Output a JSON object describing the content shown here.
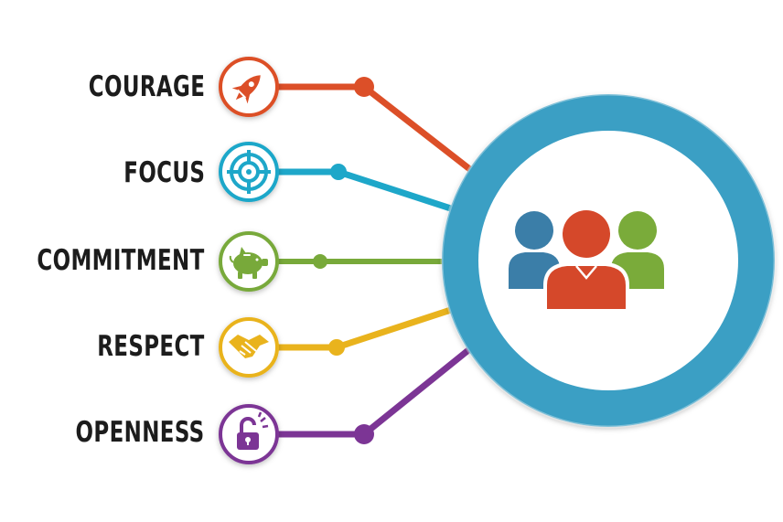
{
  "title": "SCRUM VALUES",
  "values": [
    {
      "id": "courage",
      "label": "COURAGE",
      "icon": "rocket-icon",
      "color": "#dc4f28"
    },
    {
      "id": "focus",
      "label": "FOCUS",
      "icon": "target-icon",
      "color": "#1ea7c9"
    },
    {
      "id": "commitment",
      "label": "COMMITMENT",
      "icon": "piggy-bank-icon",
      "color": "#78a93a"
    },
    {
      "id": "respect",
      "label": "RESPECT",
      "icon": "handshake-icon",
      "color": "#e9b31d"
    },
    {
      "id": "openness",
      "label": "OPENNESS",
      "icon": "open-padlock-icon",
      "color": "#7c3595"
    }
  ],
  "hub": {
    "ring_color": "#3a9fc4",
    "people_icon": "team-icon",
    "people_colors": [
      "#3b7ea8",
      "#d5482a",
      "#7aab3a"
    ]
  }
}
